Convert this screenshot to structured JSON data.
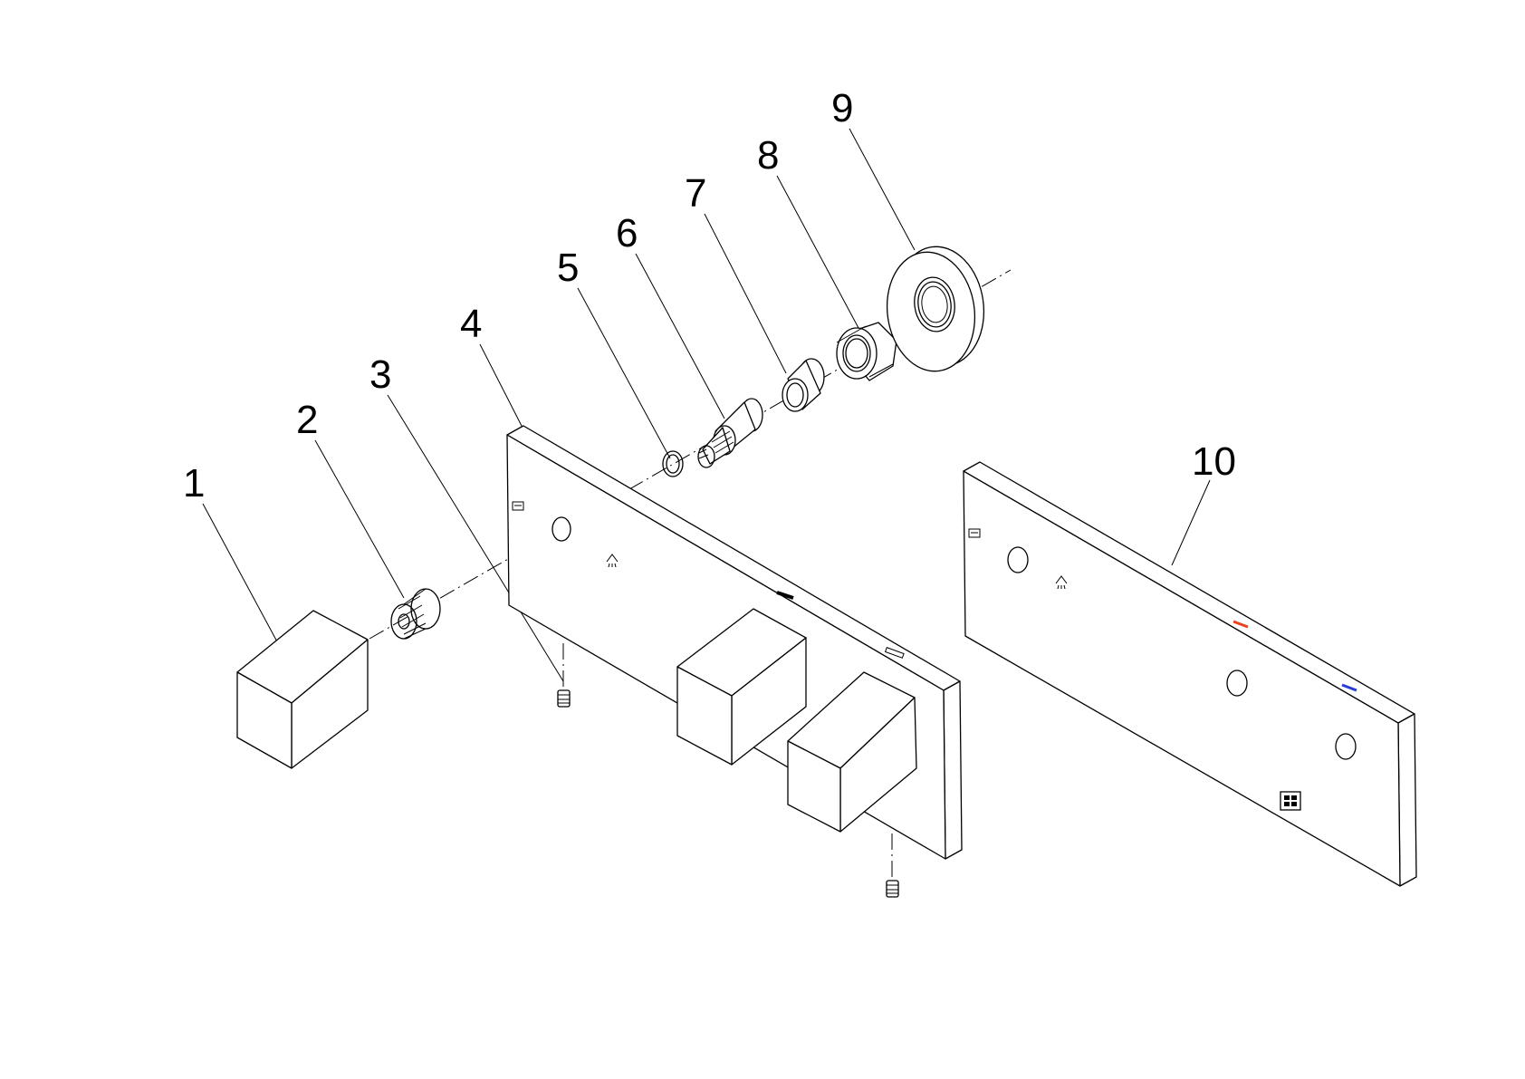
{
  "callouts": [
    {
      "id": "1",
      "label": "1"
    },
    {
      "id": "2",
      "label": "2"
    },
    {
      "id": "3",
      "label": "3"
    },
    {
      "id": "4",
      "label": "4"
    },
    {
      "id": "5",
      "label": "5"
    },
    {
      "id": "6",
      "label": "6"
    },
    {
      "id": "7",
      "label": "7"
    },
    {
      "id": "8",
      "label": "8"
    },
    {
      "id": "9",
      "label": "9"
    },
    {
      "id": "10",
      "label": "10"
    }
  ],
  "colors": {
    "hot_marker": "#e8431c",
    "cold_marker": "#2a3cd6",
    "line": "#000000",
    "background": "#ffffff"
  },
  "icons": [
    "shower-head-icon",
    "hand-shower-icon",
    "brand-logo-icon"
  ]
}
